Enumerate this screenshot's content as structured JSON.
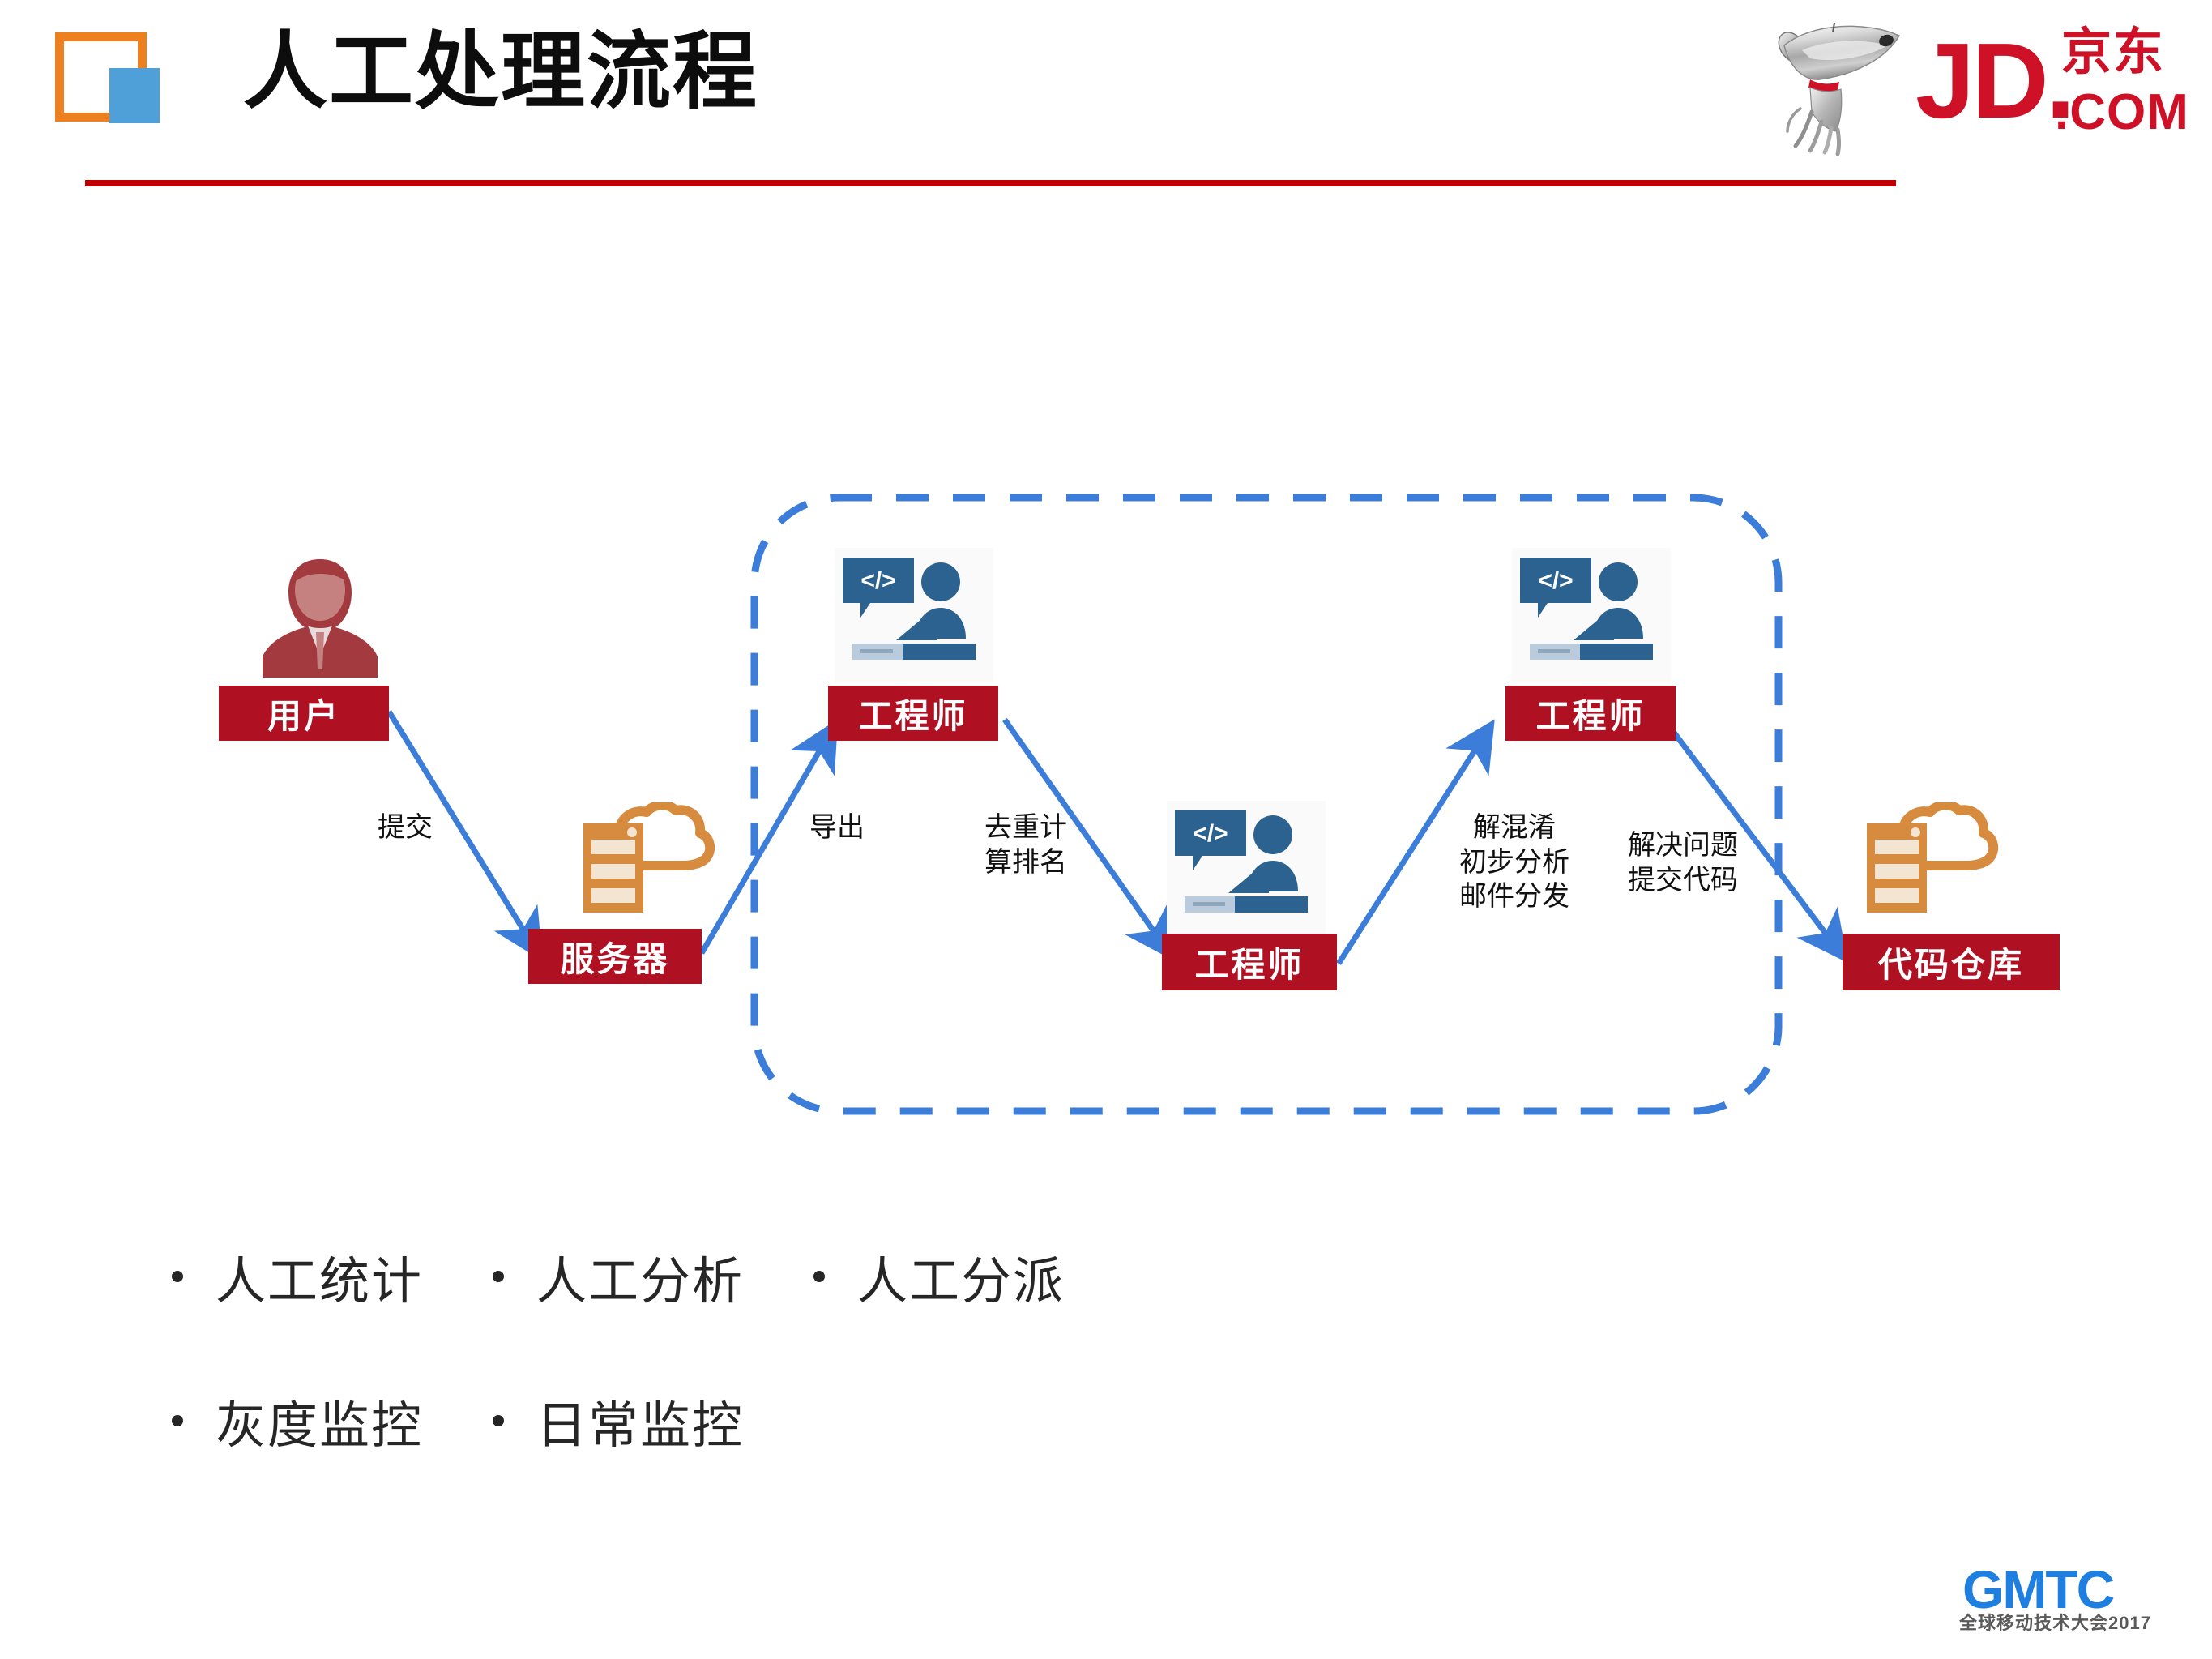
{
  "slide": {
    "title": "人工处理流程",
    "accent_red": "#C00000",
    "node_red": "#B01122",
    "accent_blue": "#3B7DD8",
    "accent_orange": "#ED8020",
    "light_blue": "#4FA0D8"
  },
  "brand": {
    "jd_text": "JD.",
    "jd_cn": "京东",
    "jd_com": ".COM"
  },
  "footer_logo": {
    "word": "GMTC",
    "subtitle": "全球移动技术大会2017"
  },
  "diagram": {
    "nodes": [
      {
        "id": "user",
        "label": "用户",
        "icon": "user-avatar-icon"
      },
      {
        "id": "server",
        "label": "服务器",
        "icon": "server-cloud-icon"
      },
      {
        "id": "engineer1",
        "label": "工程师",
        "icon": "developer-icon"
      },
      {
        "id": "engineer2",
        "label": "工程师",
        "icon": "developer-icon"
      },
      {
        "id": "engineer3",
        "label": "工程师",
        "icon": "developer-icon"
      },
      {
        "id": "repo",
        "label": "代码仓库",
        "icon": "server-cloud-icon"
      }
    ],
    "edges": [
      {
        "id": "submit",
        "label": "提交",
        "from": "user",
        "to": "server"
      },
      {
        "id": "export",
        "label": "导出",
        "from": "server",
        "to": "engineer1"
      },
      {
        "id": "dedupe",
        "label": "去重计\n算排名",
        "from": "engineer1",
        "to": "engineer2"
      },
      {
        "id": "analyze",
        "label": "解混淆\n初步分析\n邮件分发",
        "from": "engineer2",
        "to": "engineer3"
      },
      {
        "id": "commit",
        "label": "解决问题\n提交代码",
        "from": "engineer3",
        "to": "repo"
      }
    ],
    "edge_labels": {
      "submit": "提交",
      "export": "导出",
      "dedupe_line1": "去重计",
      "dedupe_line2": "算排名",
      "analyze_line1": "解混淆",
      "analyze_line2": "初步分析",
      "analyze_line3": "邮件分发",
      "commit_line1": "解决问题",
      "commit_line2": "提交代码"
    },
    "group_boundary": "dashed-rounded-rect"
  },
  "bullets": {
    "row1": [
      "人工统计",
      "人工分析",
      "人工分派"
    ],
    "row2": [
      "灰度监控",
      "日常监控"
    ]
  }
}
